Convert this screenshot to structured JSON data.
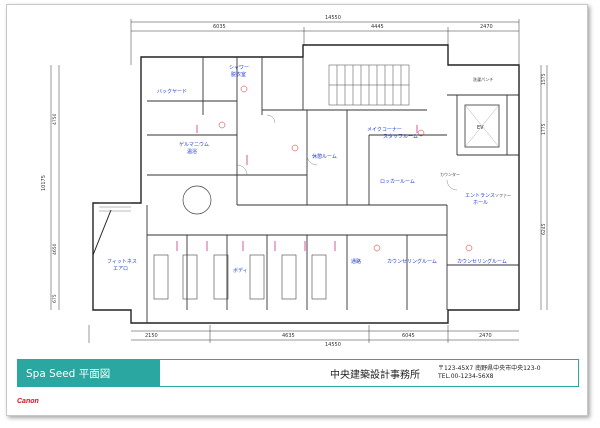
{
  "title_block": {
    "drawing_title": "Spa Seed 平面図",
    "firm_name": "中央建築設計事務所",
    "address": "〒123-45X7 南野県中央市中央123-0",
    "tel": "TEL.00-1234-56X8"
  },
  "logo": "Canon",
  "dimensions": {
    "top_total": "14550",
    "top_left": "6035",
    "top_mid": "4445",
    "top_right": "2470",
    "bottom_total": "14550",
    "bottom_left": "2150",
    "bottom_mid1": "4635",
    "bottom_mid2": "6045",
    "bottom_right": "2470",
    "left_total": "10175",
    "left_a": "4750",
    "left_b": "4650",
    "left_c": "675",
    "right_a": "1575",
    "right_b": "1775",
    "right_c": "6245"
  },
  "rooms": {
    "backyard": "バックヤード",
    "shower": "シャワー",
    "shower2": "脱衣室",
    "germanium1": "ゲルマニウム",
    "germanium2": "温浴",
    "bath_room": "休憩ルーム",
    "make_corner": "メイクコーナー",
    "staff_room": "スタッフルーム",
    "locker_room": "ロッカールーム",
    "entrance1": "エントランス",
    "entrance2": "ホール",
    "fitness1": "フィットネス",
    "fitness2": "エアロ",
    "counseling1": "カウンセリングルーム",
    "counseling2": "カウンセリングルーム",
    "body": "ボディ",
    "aisle": "通路",
    "wash": "洗濯パンチ",
    "sofa": "ソファー",
    "counter": "カウンター",
    "ev": "EV"
  }
}
